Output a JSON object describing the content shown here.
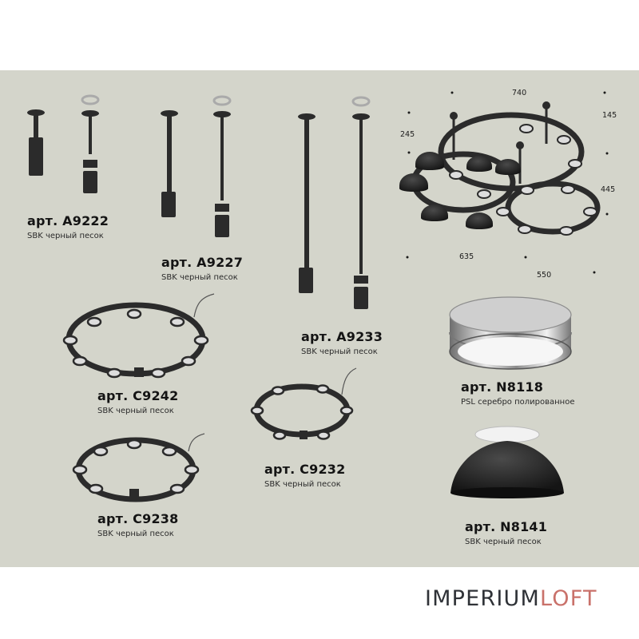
{
  "products": [
    {
      "code": "арт. A9222",
      "finish": "SBK черный песок"
    },
    {
      "code": "арт. A9227",
      "finish": "SBK черный песок"
    },
    {
      "code": "арт. A9233",
      "finish": "SBK черный песок"
    },
    {
      "code": "арт. C9242",
      "finish": "SBK черный песок"
    },
    {
      "code": "арт. C9232",
      "finish": "SBK черный песок"
    },
    {
      "code": "арт. C9238",
      "finish": "SBK черный песок"
    },
    {
      "code": "арт. N8118",
      "finish": "PSL серебро полированное"
    },
    {
      "code": "арт. N8141",
      "finish": "SBK черный песок"
    }
  ],
  "dimensions": {
    "top": "740",
    "left": "245",
    "right_top": "145",
    "right": "445",
    "bottom_left": "635",
    "bottom_right": "550"
  },
  "brand": {
    "main": "IMPERIUM",
    "accent": "LOFT"
  },
  "colors": {
    "background": "#d4d5cb",
    "product": "#2b2b2b",
    "chrome": "#b9b9b9",
    "brand_main": "#2f3237",
    "brand_accent": "#c9716a"
  }
}
